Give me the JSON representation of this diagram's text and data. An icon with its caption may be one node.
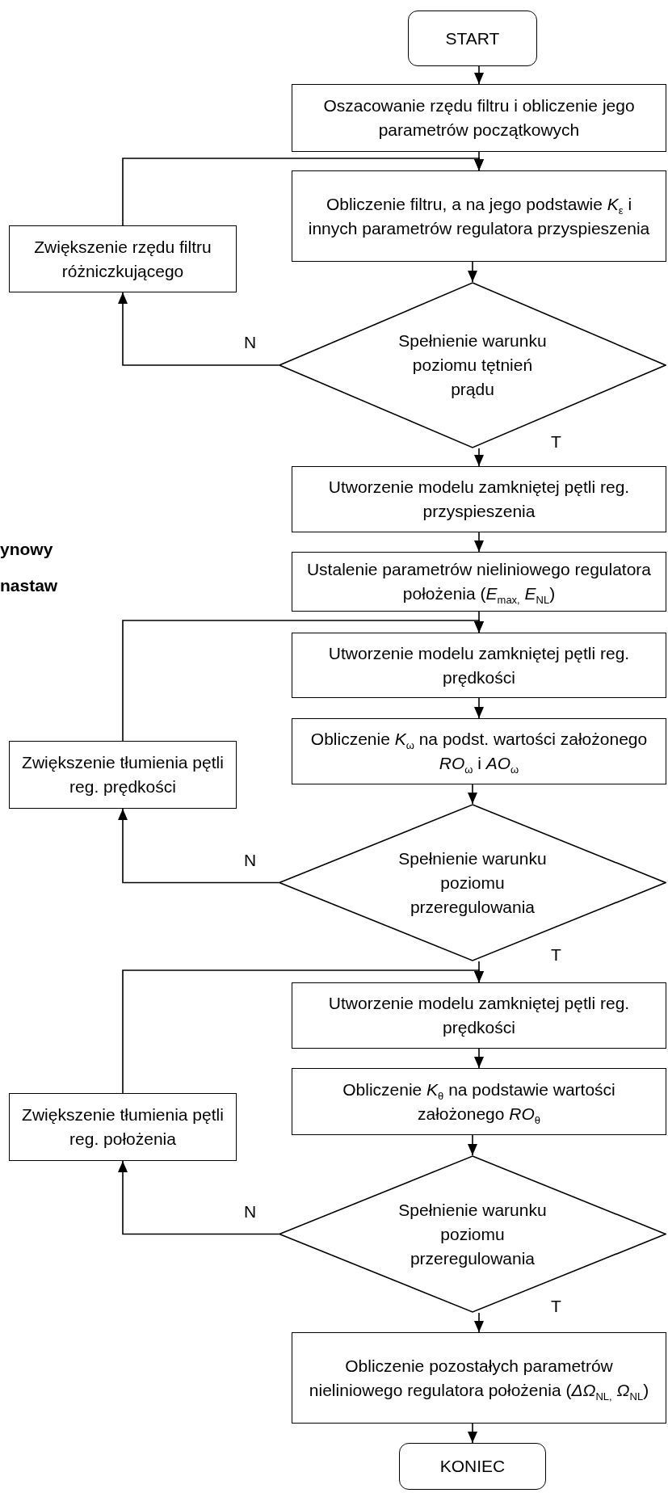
{
  "diagram": {
    "nodes": [
      {
        "text": [
          "START"
        ]
      },
      {
        "text": [
          "Oszacowanie rzędu filtru i obliczenie jego parametrów początkowych"
        ]
      },
      {
        "text": [
          "Obliczenie filtru, a na jego podstawie *K*$_{ε}$ i innych parametrów regulatora przyspieszenia"
        ]
      },
      {
        "text": [
          "Zwiększenie rzędu filtru różniczkującego"
        ]
      },
      {
        "text": [
          "Spełnienie warunku poziomu tętnień prądu"
        ]
      },
      {
        "text": [
          "Utworzenie modelu zamkniętej pętli reg. przyspieszenia"
        ]
      },
      {
        "text": [
          "Ustalenie parametrów  nieliniowego regulatora położenia (*E*$_{max,}$ *E*$_{NL}$)"
        ]
      },
      {
        "text": [
          "Utworzenie modelu zamkniętej pętli reg. prędkości"
        ]
      },
      {
        "text": [
          "Obliczenie *K*$_{ω}$ na podst. wartości założonego *RO*$_{ω}$ i *AO*$_{ω}$"
        ]
      },
      {
        "text": [
          "Zwiększenie tłumienia pętli reg. prędkości"
        ]
      },
      {
        "text": [
          "Spełnienie warunku poziomu przeregulowania"
        ]
      },
      {
        "text": [
          "Utworzenie modelu zamkniętej pętli reg. prędkości"
        ]
      },
      {
        "text": [
          "Obliczenie *K*$_{θ}$ na podstawie wartości założonego *RO*$_{θ}$"
        ]
      },
      {
        "text": [
          "Zwiększenie tłumienia pętli reg. położenia"
        ]
      },
      {
        "text": [
          "Spełnienie warunku poziomu przeregulowania"
        ]
      },
      {
        "text": [
          "Obliczenie pozostałych parametrów nieliniowego regulatora położenia (*ΔΩ*$_{NL,}$ *Ω*$_{NL}$)"
        ]
      },
      {
        "text": [
          "KONIEC"
        ]
      }
    ],
    "edges": [
      {
        "from": 0,
        "to": 1,
        "arrow": "to"
      },
      {
        "from": 1,
        "to": 2,
        "arrow": "to"
      },
      {
        "from": 2,
        "to": 4,
        "arrow": "to"
      },
      {
        "from": 4,
        "to": 3,
        "arrow": "to",
        "label": "N"
      },
      {
        "from": 3,
        "to": 2,
        "arrow": "to"
      },
      {
        "from": 4,
        "to": 5,
        "arrow": "to",
        "label": "T"
      },
      {
        "from": 5,
        "to": 6,
        "arrow": "to"
      },
      {
        "from": 6,
        "to": 7,
        "arrow": "to"
      },
      {
        "from": 7,
        "to": 8,
        "arrow": "to"
      },
      {
        "from": 8,
        "to": 10,
        "arrow": "to"
      },
      {
        "from": 10,
        "to": 9,
        "arrow": "to",
        "label": "N"
      },
      {
        "from": 9,
        "to": 7,
        "arrow": "to"
      },
      {
        "from": 10,
        "to": 11,
        "arrow": "to",
        "label": "T"
      },
      {
        "from": 11,
        "to": 12,
        "arrow": "to"
      },
      {
        "from": 12,
        "to": 14,
        "arrow": "to"
      },
      {
        "from": 14,
        "to": 13,
        "arrow": "to",
        "label": "N"
      },
      {
        "from": 13,
        "to": 11,
        "arrow": "to"
      },
      {
        "from": 14,
        "to": 15,
        "arrow": "to",
        "label": "T"
      },
      {
        "from": 15,
        "to": 16,
        "arrow": "to"
      }
    ],
    "labels": [
      "ynowy",
      "nastaw"
    ]
  }
}
